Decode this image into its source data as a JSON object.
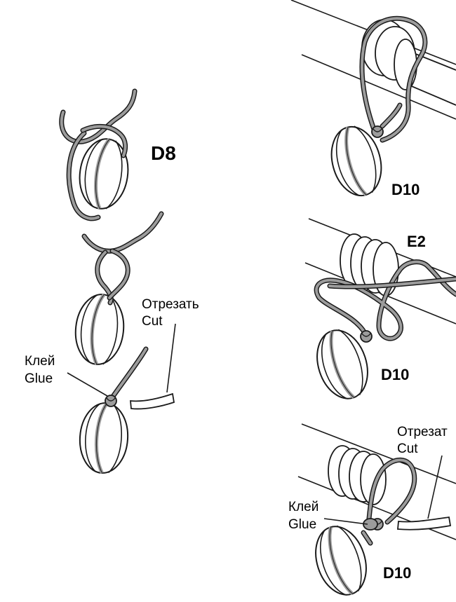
{
  "labels": {
    "d8": "D8",
    "d10_top": "D10",
    "e2": "E2",
    "d10_mid": "D10",
    "d10_bottom": "D10",
    "cut_left_ru": "Отрезать",
    "cut_left_en": "Cut",
    "glue_left_ru": "Клей",
    "glue_left_en": "Glue",
    "cut_right_ru": "Отрезат",
    "cut_right_en": "Cut",
    "glue_right_ru": "Клей",
    "glue_right_en": "Glue"
  },
  "colors": {
    "cord_fill": "#9c9c9c",
    "outline": "#1a1a1a",
    "background": "#ffffff"
  }
}
